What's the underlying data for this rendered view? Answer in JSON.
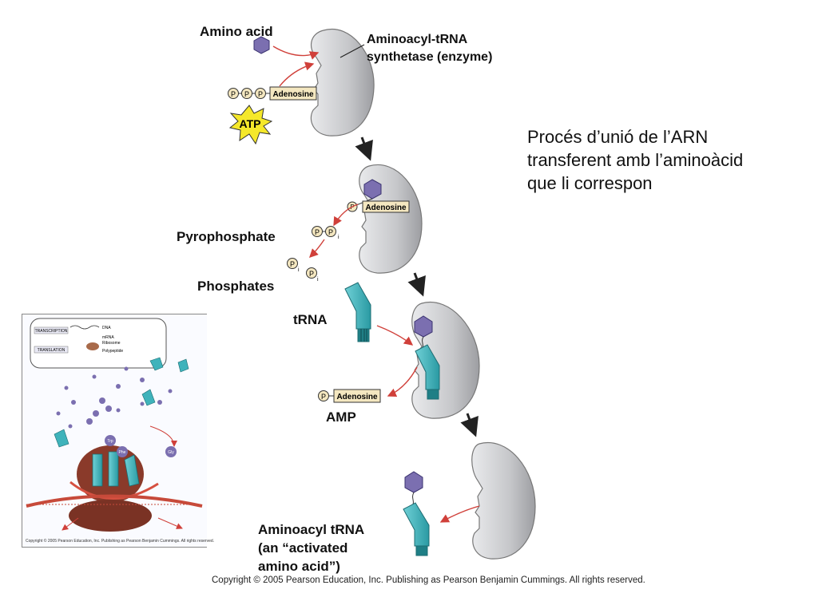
{
  "labels": {
    "amino_acid": "Amino acid",
    "synthetase_line1": "Aminoacyl-tRNA",
    "synthetase_line2": "synthetase (enzyme)",
    "adenosine": "Adenosine",
    "atp": "ATP",
    "p": "P",
    "i": "i",
    "pyrophosphate": "Pyrophosphate",
    "phosphates": "Phosphates",
    "trna": "tRNA",
    "amp": "AMP",
    "aminoacyl_line1": "Aminoacyl tRNA",
    "aminoacyl_line2": "(an “activated",
    "aminoacyl_line3": "amino acid”)"
  },
  "caption": "Procés d’unió de l’ARN transferent amb l’aminoàcid que li correspon",
  "copyright": "Copyright ©  2005 Pearson Education, Inc. Publishing as Pearson Benjamin Cummings. All rights reserved.",
  "inset": {
    "transcription": "TRANSCRIPTION",
    "translation": "TRANSLATION",
    "dna": "DNA",
    "mrna": "mRNA",
    "ribosome": "Ribosome",
    "polypeptide": "Polypeptide",
    "trp": "Trp",
    "phe": "Phe",
    "gly": "Gly",
    "copyright": "Copyright © 2005 Pearson Education, Inc. Publishing as Pearson Benjamin Cummings. All rights reserved."
  },
  "colors": {
    "enzyme": "#c9cacd",
    "trna": "#3fb3bb",
    "amino_acid": "#7b6fb0",
    "arrow_red": "#d0403a",
    "atp_star": "#f5e82a",
    "ribosome": "#8a3a2a"
  }
}
